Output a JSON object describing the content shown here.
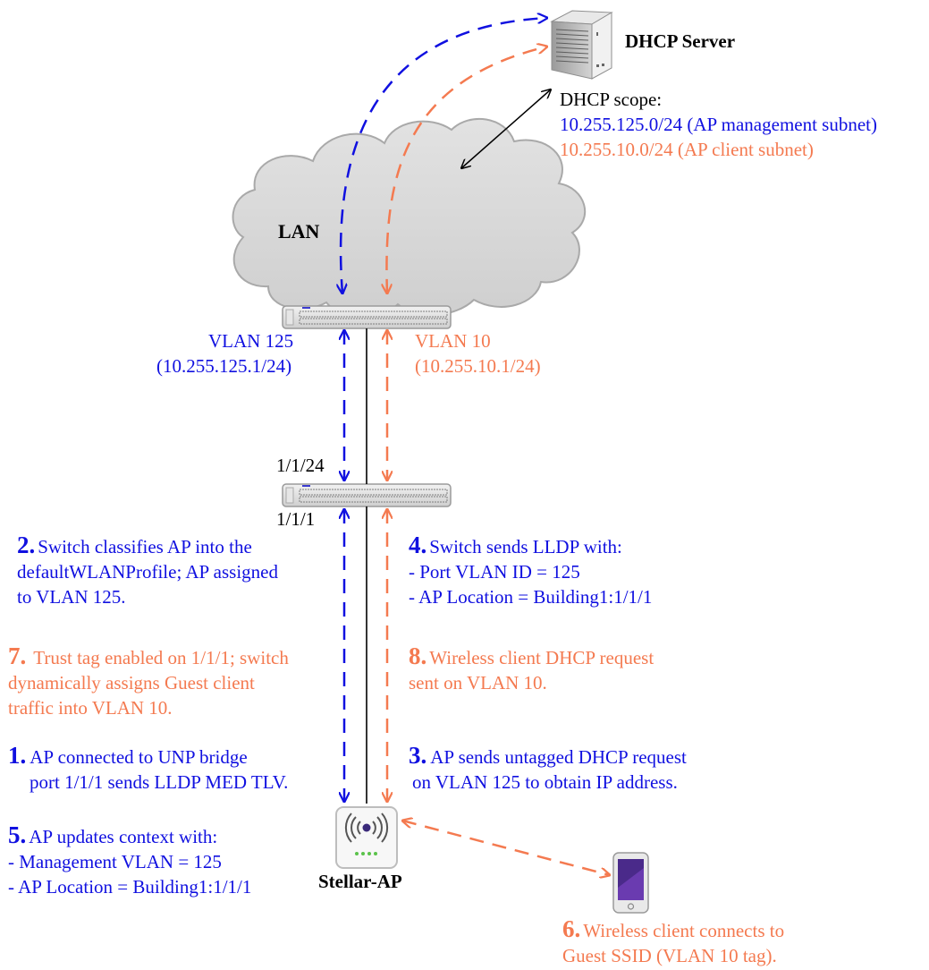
{
  "colors": {
    "management": "#1010e0",
    "client": "#f47a50",
    "text": "#000000",
    "device_gray": "#bdbdbd"
  },
  "nodes": {
    "dhcp_server": {
      "label": "DHCP Server",
      "icon": "server-icon"
    },
    "lan": {
      "label": "LAN",
      "icon": "cloud-icon"
    },
    "core_switch": {
      "icon": "switch-icon"
    },
    "edge_switch": {
      "icon": "switch-icon",
      "uplink_port": "1/1/24",
      "ap_port": "1/1/1"
    },
    "access_point": {
      "label": "Stellar-AP",
      "icon": "wireless-ap-icon"
    },
    "client_device": {
      "icon": "smartphone-icon"
    }
  },
  "dhcp_scope": {
    "title": "DHCP scope:",
    "management_subnet": "10.255.125.0/24 (AP management subnet)",
    "client_subnet": "10.255.10.0/24 (AP client subnet)"
  },
  "vlans": {
    "management": {
      "name": "VLAN 125",
      "gateway": "(10.255.125.1/24)"
    },
    "client": {
      "name": "VLAN 10",
      "gateway": "(10.255.10.1/24)"
    }
  },
  "steps": {
    "s1": {
      "number": "1.",
      "lines": [
        "AP connected to UNP bridge",
        "port 1/1/1 sends LLDP MED TLV."
      ]
    },
    "s2": {
      "number": "2.",
      "lines": [
        "Switch classifies AP into the",
        "defaultWLANProfile; AP assigned",
        "to VLAN 125."
      ]
    },
    "s3": {
      "number": "3.",
      "lines": [
        "AP sends untagged DHCP request",
        "on VLAN 125 to obtain IP address."
      ]
    },
    "s4": {
      "number": "4.",
      "lines": [
        "Switch sends LLDP with:",
        "- Port VLAN ID = 125",
        "- AP Location = Building1:1/1/1"
      ]
    },
    "s5": {
      "number": "5.",
      "lines": [
        "AP updates context with:",
        "- Management VLAN = 125",
        "- AP Location = Building1:1/1/1"
      ]
    },
    "s6": {
      "number": "6.",
      "lines": [
        "Wireless client connects to",
        "Guest SSID (VLAN 10 tag)."
      ]
    },
    "s7": {
      "number": "7.",
      "lines": [
        "Trust tag enabled on 1/1/1; switch",
        "dynamically assigns Guest client",
        "traffic into VLAN 10."
      ]
    },
    "s8": {
      "number": "8.",
      "lines": [
        "Wireless client DHCP request",
        "sent on VLAN 10."
      ]
    }
  }
}
